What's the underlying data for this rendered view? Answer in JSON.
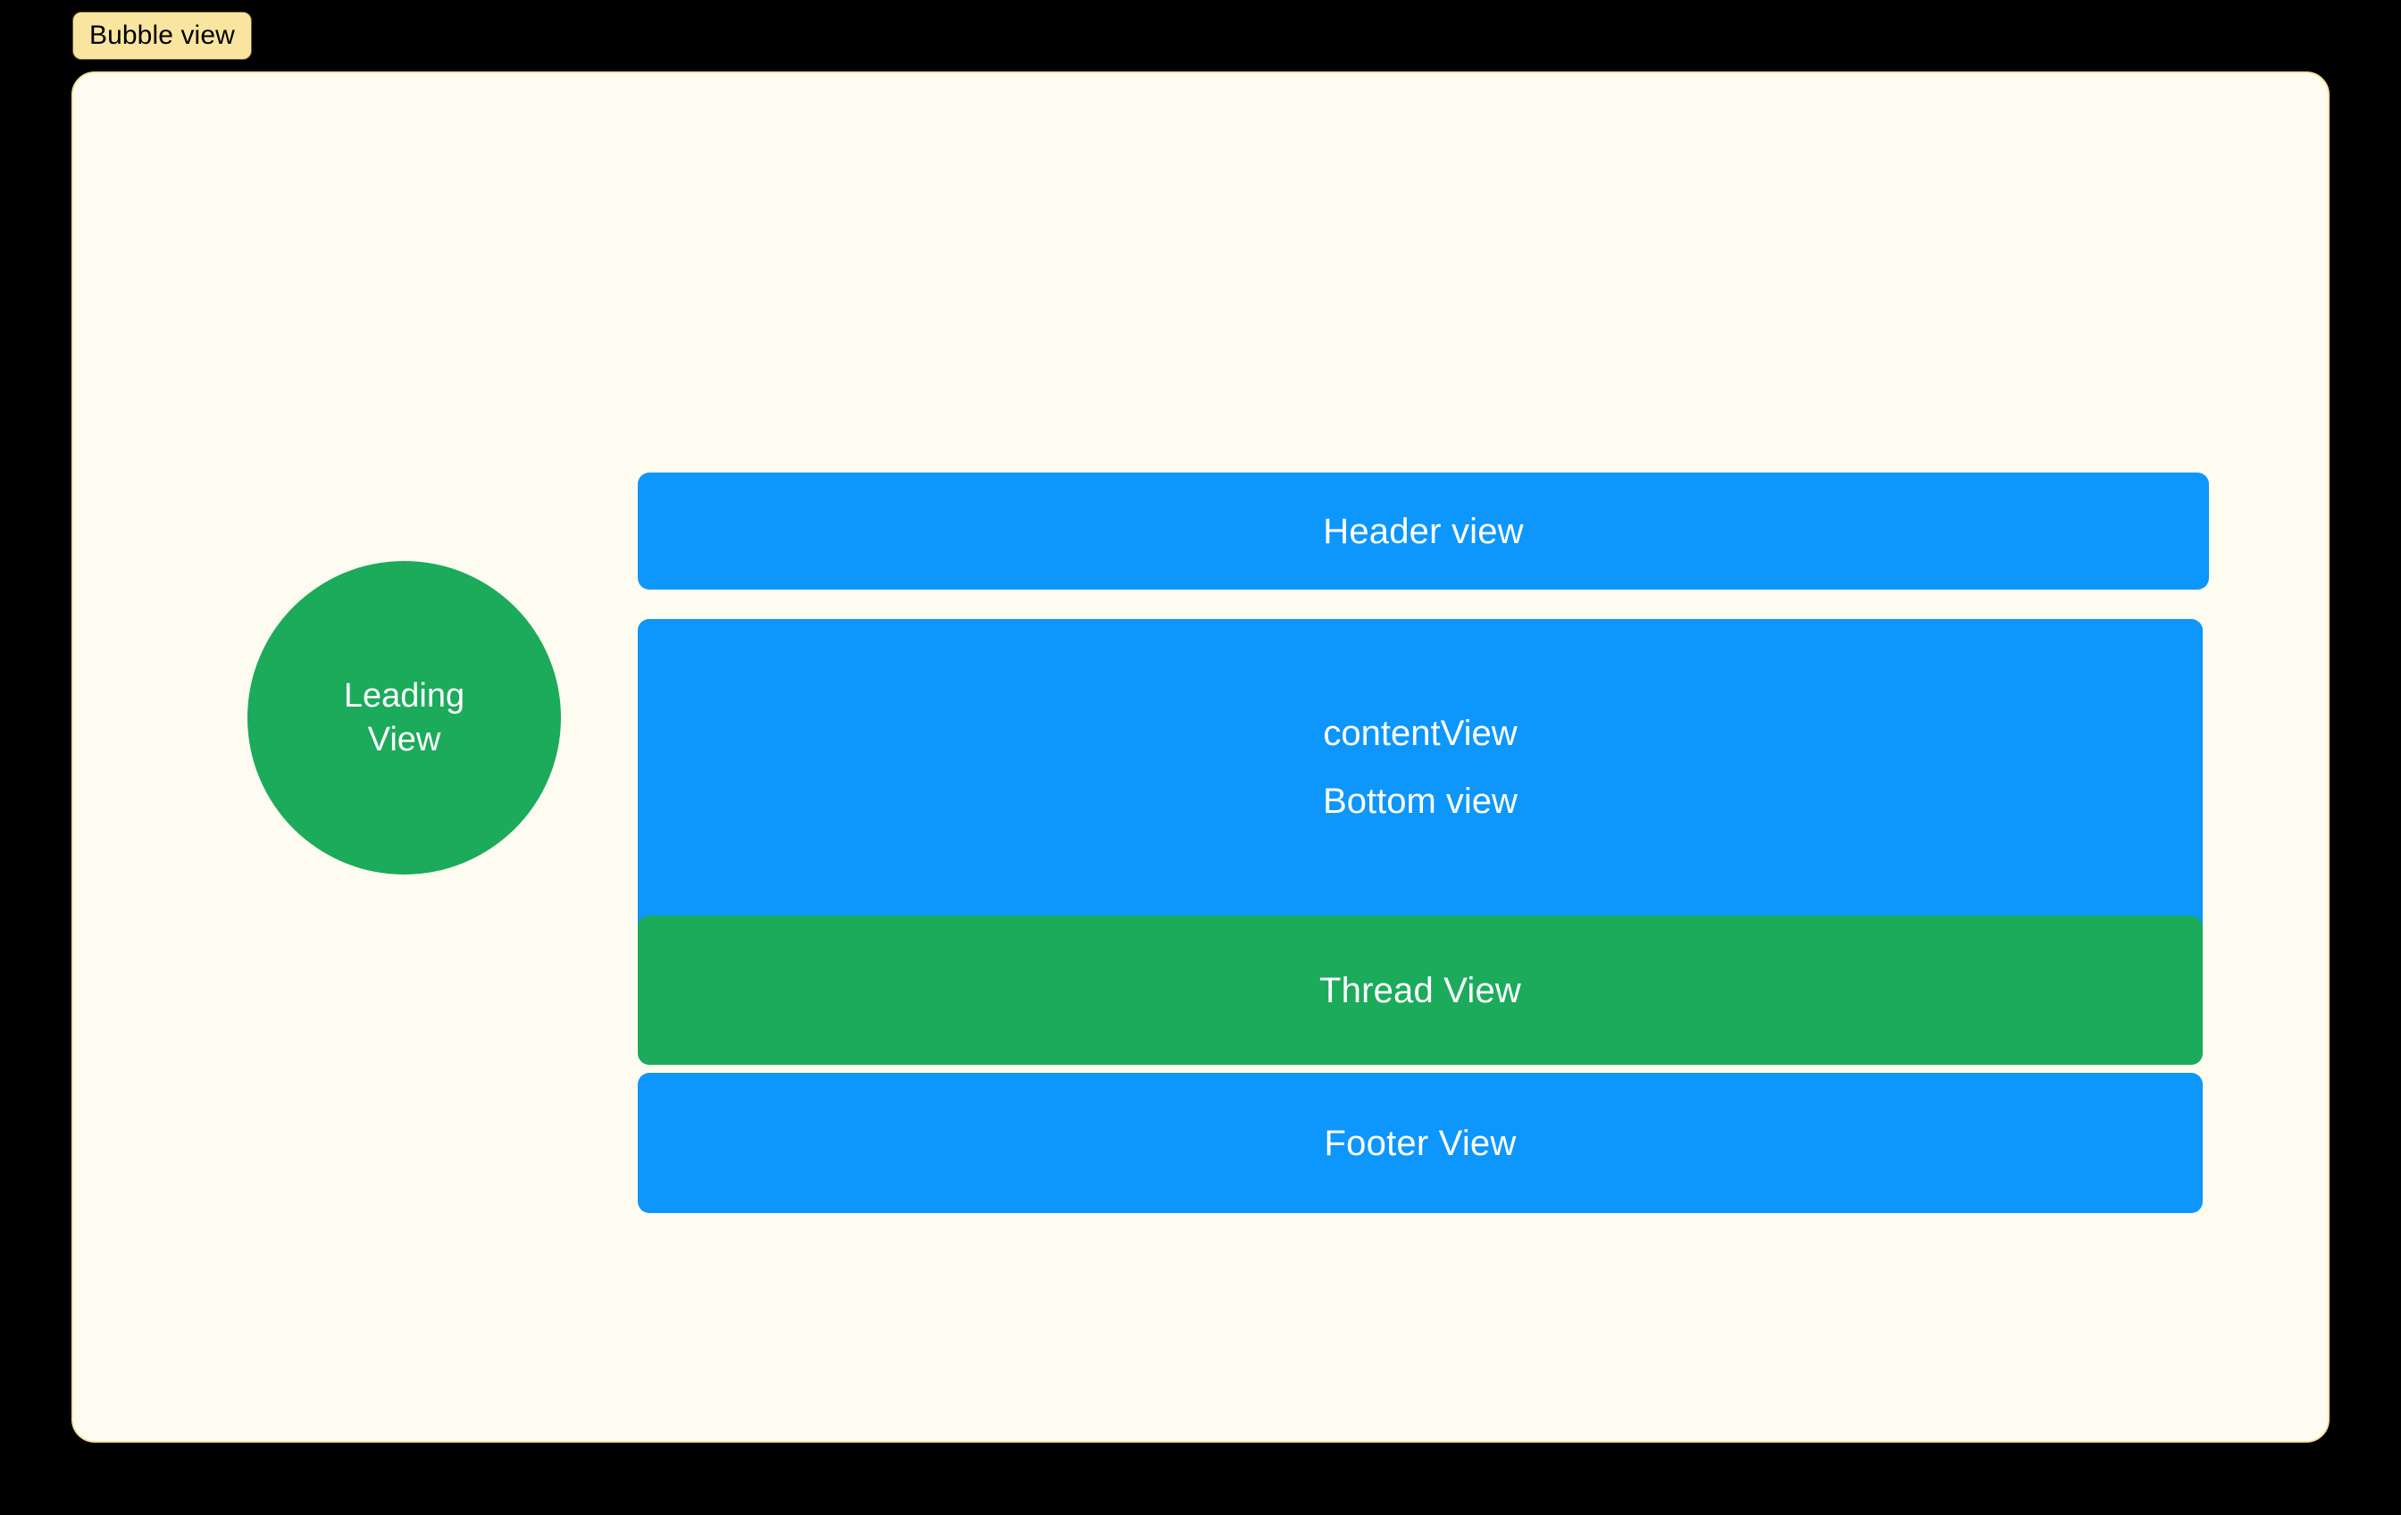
{
  "page": {
    "background_color": "#000000",
    "title": "Bubble view layout diagram"
  },
  "badge": {
    "label": "Bubble view",
    "background_color": "#FAE5A0",
    "text_color": "#000000"
  },
  "card": {
    "background_color": "#FEFCF0",
    "border_color": "#F7E2A4"
  },
  "leading_view": {
    "line1": "Leading",
    "line2": "View",
    "color": "#1BAB5B",
    "text_color": "#FFFFFF"
  },
  "stack": {
    "header": {
      "label": "Header view",
      "color": "#0D96FB",
      "text_color": "#FFFFFF"
    },
    "content": {
      "label": "contentView",
      "bottom_label": "Bottom view",
      "color": "#0D96FB",
      "text_color": "#FFFFFF"
    },
    "thread": {
      "label": "Thread View",
      "color": "#1BAB5B",
      "text_color": "#FFFFFF"
    },
    "footer": {
      "label": "Footer View",
      "color": "#0D96FB",
      "text_color": "#FFFFFF"
    }
  }
}
